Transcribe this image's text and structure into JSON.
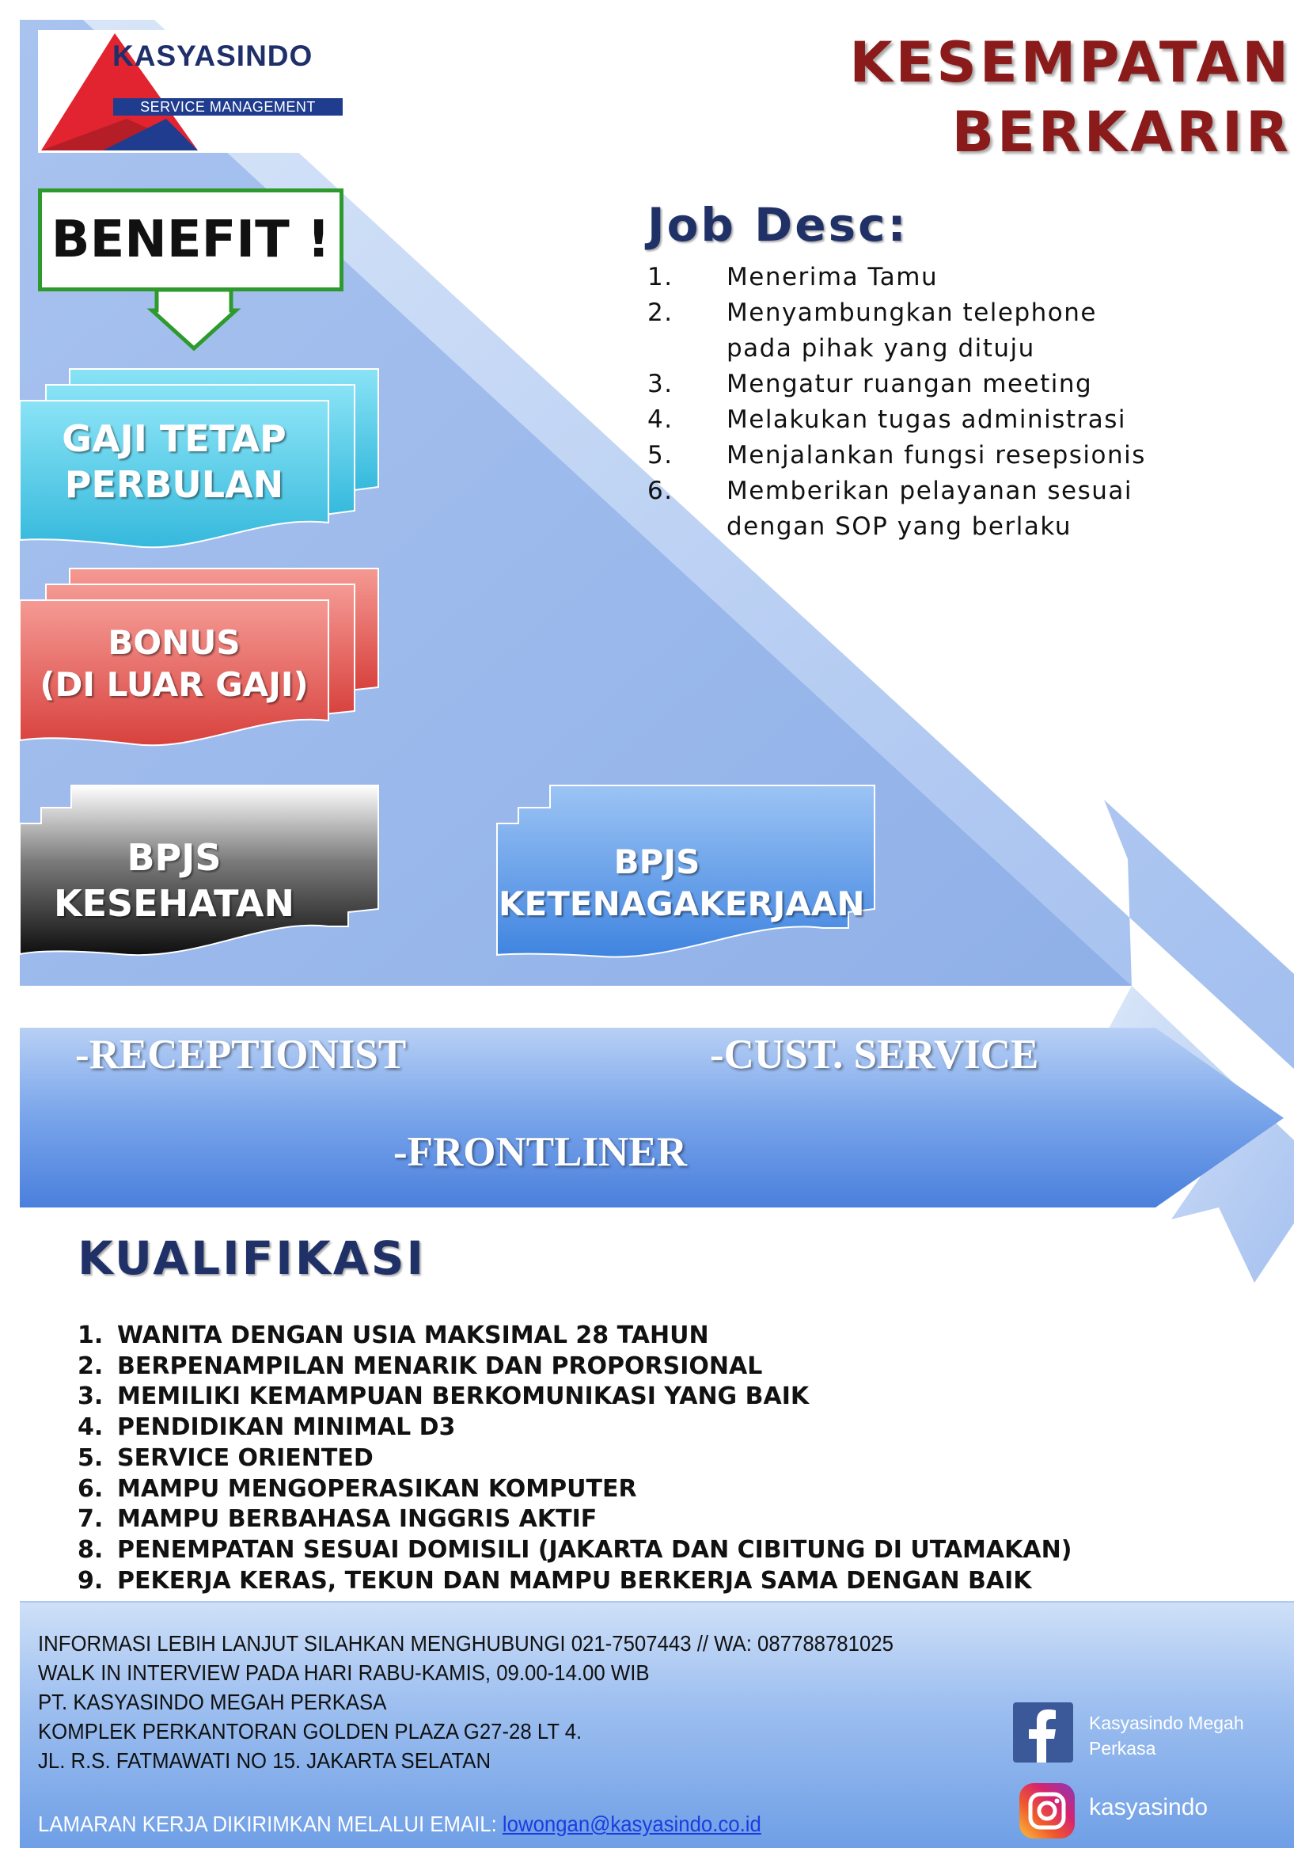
{
  "logo": {
    "name": "KASYASINDO",
    "subtitle": "SERVICE MANAGEMENT"
  },
  "headline": {
    "line1": "KESEMPATAN",
    "line2": "BERKARIR"
  },
  "benefit": {
    "label": "BENEFIT !"
  },
  "benefits": [
    {
      "line1": "GAJI TETAP",
      "line2": "PERBULAN",
      "color": "#3fc3e2"
    },
    {
      "line1": "BONUS",
      "line2": "(DI LUAR GAJI)",
      "color": "#e0504c"
    },
    {
      "line1": "BPJS",
      "line2": "KESEHATAN",
      "color": "#2b2b2b"
    },
    {
      "line1": "BPJS",
      "line2": "KETENAGAKERJAAN",
      "color": "#4a8fe4"
    }
  ],
  "job_desc": {
    "title": "Job Desc:",
    "items": [
      {
        "num": "1.",
        "text": "Menerima Tamu"
      },
      {
        "num": "2.",
        "text": "Menyambungkan telephone pada pihak yang dituju"
      },
      {
        "num": "3.",
        "text": "Mengatur ruangan meeting"
      },
      {
        "num": "4.",
        "text": "Melakukan tugas administrasi"
      },
      {
        "num": "5.",
        "text": "Menjalankan fungsi resepsionis"
      },
      {
        "num": "6.",
        "text": "Memberikan pelayanan sesuai dengan SOP yang berlaku"
      }
    ]
  },
  "positions": [
    "-RECEPTIONIST",
    "-CUST. SERVICE",
    "-FRONTLINER"
  ],
  "qualifications": {
    "title": "KUALIFIKASI",
    "items": [
      {
        "num": "1.",
        "text": "WANITA DENGAN USIA MAKSIMAL 28 TAHUN"
      },
      {
        "num": "2.",
        "text": "BERPENAMPILAN MENARIK DAN PROPORSIONAL"
      },
      {
        "num": "3.",
        "text": "MEMILIKI KEMAMPUAN BERKOMUNIKASI YANG BAIK"
      },
      {
        "num": "4.",
        "text": "PENDIDIKAN MINIMAL D3"
      },
      {
        "num": "5.",
        "text": "SERVICE ORIENTED"
      },
      {
        "num": "6.",
        "text": "MAMPU MENGOPERASIKAN KOMPUTER"
      },
      {
        "num": "7.",
        "text": "MAMPU BERBAHASA INGGRIS AKTIF"
      },
      {
        "num": "8.",
        "text": "PENEMPATAN SESUAI DOMISILI (JAKARTA DAN CIBITUNG DI UTAMAKAN)"
      },
      {
        "num": "9.",
        "text": "PEKERJA KERAS, TEKUN DAN MAMPU BERKERJA SAMA DENGAN BAIK"
      }
    ]
  },
  "footer": {
    "contact_line": "INFORMASI LEBIH LANJUT SILAHKAN MENGHUBUNGI 021-7507443 // WA: 087788781025",
    "walk_in": "WALK IN INTERVIEW PADA HARI RABU-KAMIS, 09.00-14.00 WIB",
    "company": "PT. KASYASINDO MEGAH PERKASA",
    "address1": "KOMPLEK PERKANTORAN GOLDEN PLAZA G27-28 LT 4.",
    "address2": "JL. R.S. FATMAWATI NO 15. JAKARTA SELATAN",
    "email_prefix": "LAMARAN KERJA DIKIRIMKAN MELALUI EMAIL: ",
    "email": "lowongan@kasyasindo.co.id",
    "facebook": "Kasyasindo Megah Perkasa",
    "instagram": "kasyasindo"
  },
  "colors": {
    "headline": "#8b1a1a",
    "section_title": "#1f3166",
    "benefit_border": "#2e9a2e",
    "email_link": "#1a3de0"
  }
}
